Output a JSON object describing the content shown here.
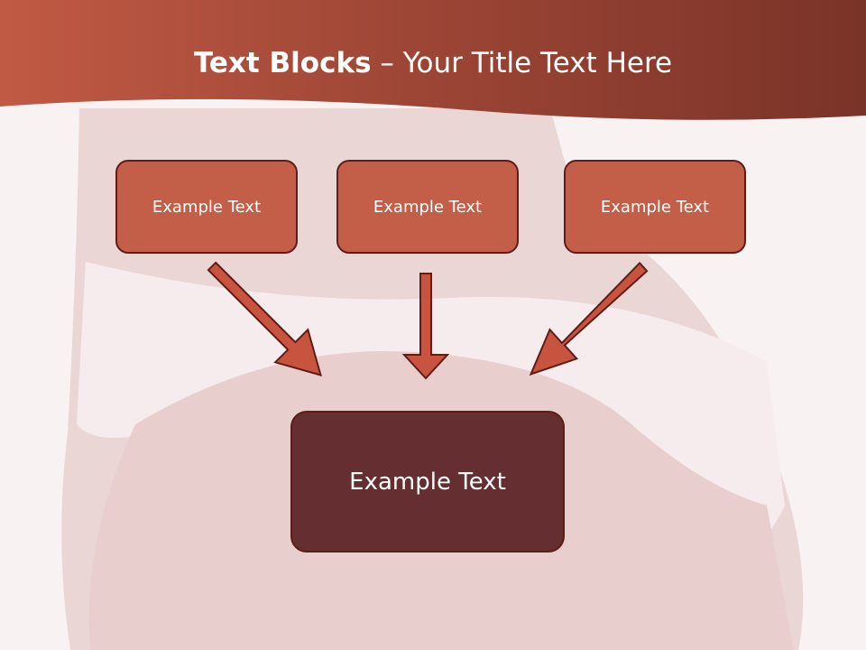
{
  "title": {
    "bold": "Text Blocks",
    "separator": " – ",
    "regular": "Your Title Text Here"
  },
  "blocks": {
    "left": "Example Text",
    "center": "Example Text",
    "right": "Example Text",
    "target": "Example Text"
  },
  "colors": {
    "header": "#a4483a",
    "block": "#c35e49",
    "target": "#652f31",
    "arrow": "#c8543f",
    "outline": "#5e1d16"
  }
}
